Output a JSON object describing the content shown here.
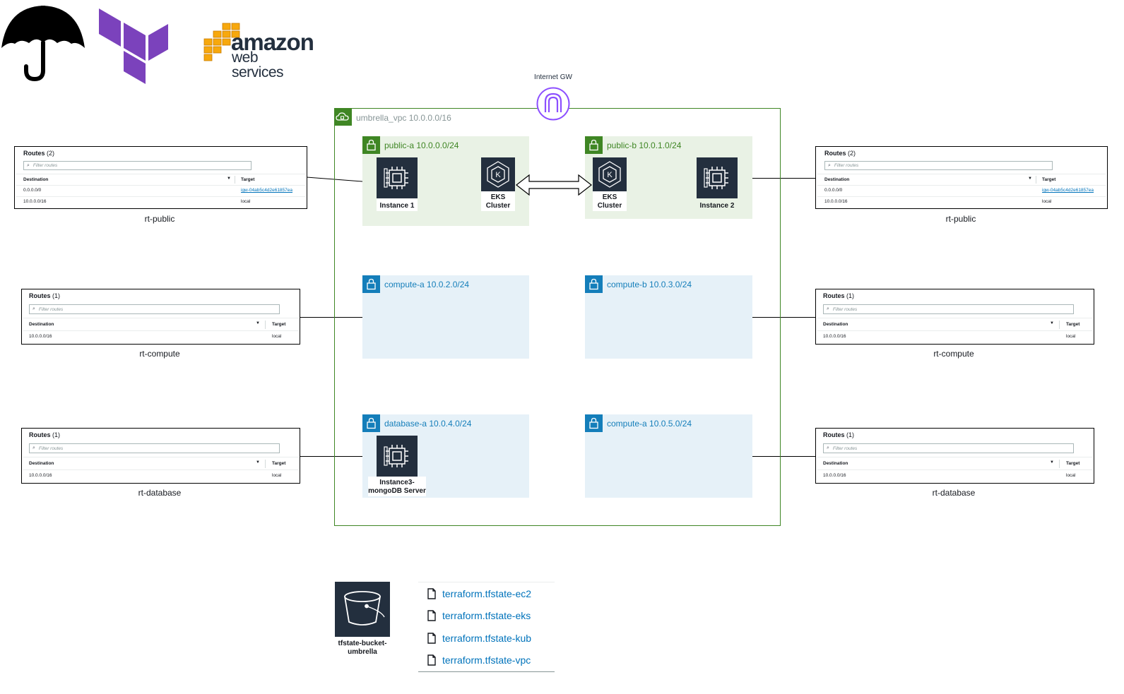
{
  "logos": [
    {
      "name": "umbrella",
      "icon": "umbrella-icon"
    },
    {
      "name": "terraform",
      "icon": "terraform-icon"
    },
    {
      "name": "aws",
      "line1": "amazon",
      "line2": "web services",
      "icon": "aws-icon"
    }
  ],
  "internet_gateway": {
    "label": "Internet GW",
    "icon": "internet-gateway-icon"
  },
  "vpc": {
    "label": "umbrella_vpc 10.0.0.0/16",
    "color": "#3f8624"
  },
  "subnets": {
    "public_a": {
      "label": "public-a 10.0.0.0/24"
    },
    "public_b": {
      "label": "public-b 10.0.1.0/24"
    },
    "compute_a": {
      "label": "compute-a 10.0.2.0/24"
    },
    "compute_b": {
      "label": "compute-b 10.0.3.0/24"
    },
    "database_a": {
      "label": "database-a 10.0.4.0/24"
    },
    "compute_a2": {
      "label": "compute-a 10.0.5.0/24"
    }
  },
  "nodes": {
    "instance1": "Instance 1",
    "eks_a_1": "EKS",
    "eks_a_2": "Cluster",
    "eks_b_1": "EKS",
    "eks_b_2": "Cluster",
    "instance2": "Instance 2",
    "instance3_1": "Instance3-",
    "instance3_2": "mongoDB Server"
  },
  "route_tables": {
    "public_left": {
      "title": "Routes",
      "count": "(2)",
      "filter_placeholder": "Filter routes",
      "col_destination": "Destination",
      "col_target": "Target",
      "rows": [
        {
          "destination": "0.0.0.0/0",
          "target": "igw-04ab5c4d2e61857ea"
        },
        {
          "destination": "10.0.0.0/16",
          "target": "local"
        }
      ],
      "caption": "rt-public"
    },
    "public_right": {
      "title": "Routes",
      "count": "(2)",
      "filter_placeholder": "Filter routes",
      "col_destination": "Destination",
      "col_target": "Target",
      "rows": [
        {
          "destination": "0.0.0.0/0",
          "target": "igw-04ab5c4d2e61857ea"
        },
        {
          "destination": "10.0.0.0/16",
          "target": "local"
        }
      ],
      "caption": "rt-public"
    },
    "compute_left": {
      "title": "Routes",
      "count": "(1)",
      "filter_placeholder": "Filter routes",
      "col_destination": "Destination",
      "col_target": "Target",
      "rows": [
        {
          "destination": "10.0.0.0/16",
          "target": "local"
        }
      ],
      "caption": "rt-compute"
    },
    "compute_right": {
      "title": "Routes",
      "count": "(1)",
      "filter_placeholder": "Filter routes",
      "col_destination": "Destination",
      "col_target": "Target",
      "rows": [
        {
          "destination": "10.0.0.0/16",
          "target": "local"
        }
      ],
      "caption": "rt-compute"
    },
    "database_left": {
      "title": "Routes",
      "count": "(1)",
      "filter_placeholder": "Filter routes",
      "col_destination": "Destination",
      "col_target": "Target",
      "rows": [
        {
          "destination": "10.0.0.0/16",
          "target": "local"
        }
      ],
      "caption": "rt-database"
    },
    "database_right": {
      "title": "Routes",
      "count": "(1)",
      "filter_placeholder": "Filter routes",
      "col_destination": "Destination",
      "col_target": "Target",
      "rows": [
        {
          "destination": "10.0.0.0/16",
          "target": "local"
        }
      ],
      "caption": "rt-database"
    }
  },
  "bucket": {
    "label_1": "tfstate-bucket-",
    "label_2": "umbrella",
    "icon": "s3-bucket-icon"
  },
  "state_files": [
    "terraform.tfstate-ec2",
    "terraform.tfstate-eks",
    "terraform.tfstate-kub",
    "terraform.tfstate-vpc"
  ],
  "colors": {
    "public_subnet": "#3f8624",
    "private_subnet": "#147eba",
    "icon_bg": "#232f3e",
    "link": "#0073bb",
    "aws_orange": "#f7a80d",
    "terraform_purple": "#7b42bc",
    "igw_purple": "#8c4fff"
  }
}
